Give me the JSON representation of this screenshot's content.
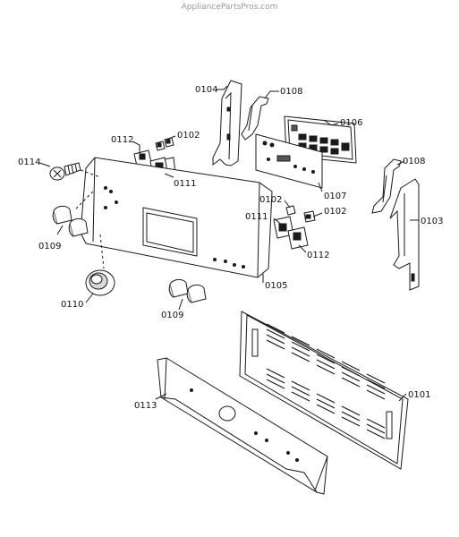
{
  "watermark": "AppliancePartsPros.com",
  "parts": {
    "p0104": "0104",
    "p0108_top": "0108",
    "p0106": "0106",
    "p0112_top": "0112",
    "p0102_top": "0102",
    "p0114": "0114",
    "p0111_top": "0111",
    "p0107": "0107",
    "p0108_right": "0108",
    "p0102_mid": "0102",
    "p0102_mid2": "0102",
    "p0111_mid": "0111",
    "p0103": "0103",
    "p0112_mid": "0112",
    "p0109_left": "0109",
    "p0105": "0105",
    "p0110": "0110",
    "p0109_bottom": "0109",
    "p0101": "0101",
    "p0113": "0113"
  },
  "colors": {
    "line": "#1a1a1a",
    "fill": "#ffffff",
    "shade": "#d8d8d8"
  }
}
